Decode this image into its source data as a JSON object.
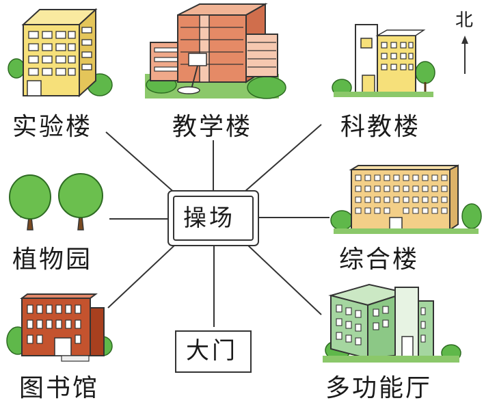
{
  "center": {
    "label": "操场"
  },
  "gate": {
    "label": "大门"
  },
  "compass": {
    "north": "北"
  },
  "buildings": {
    "lab": "实验楼",
    "teaching": "教学楼",
    "science": "科教楼",
    "garden": "植物园",
    "complex": "综合楼",
    "library": "图书馆",
    "hall": "多功能厅"
  },
  "colors": {
    "yellow_building": "#f6e07a",
    "red_building": "#e58a66",
    "orange_building": "#f3cf88",
    "brick_building": "#c4532e",
    "green_building": "#a5d6a0",
    "tree": "#6bbf4e",
    "line": "#333333"
  }
}
